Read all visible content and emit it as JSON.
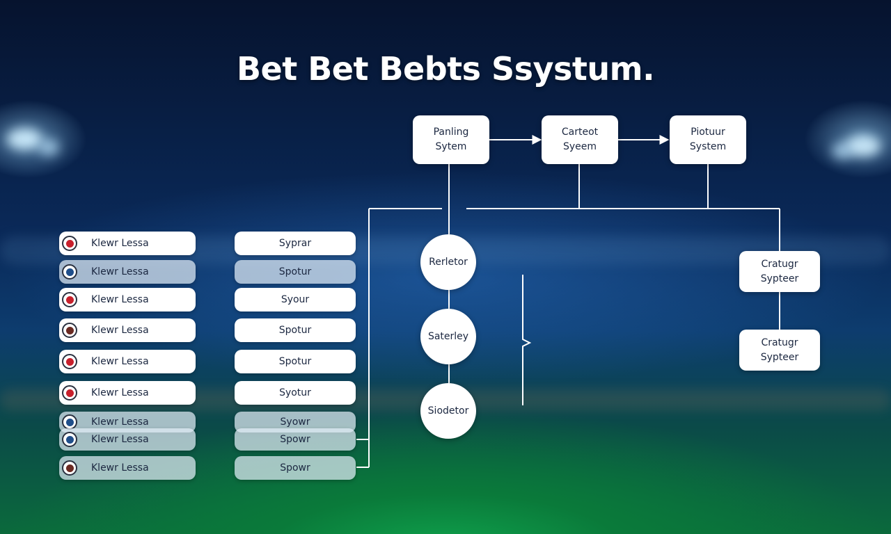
{
  "title": "Bet Bet Bebts Ssystum.",
  "colors": {
    "badge_red": "#c8202c",
    "badge_blue": "#1f4e8a",
    "badge_dark": "#6a2a22",
    "line": "#ffffff"
  },
  "left_list": [
    {
      "label": "Klewr Lessa",
      "badge": "badge_red"
    },
    {
      "label": "Klewr Lessa",
      "badge": "badge_blue"
    },
    {
      "label": "Klewr Lessa",
      "badge": "badge_red"
    },
    {
      "label": "Klewr Lessa",
      "badge": "badge_dark"
    },
    {
      "label": "Klewr Lessa",
      "badge": "badge_red"
    },
    {
      "label": "Klewr Lessa",
      "badge": "badge_red"
    },
    {
      "label": "Klewr Lessa",
      "badge": "badge_blue"
    },
    {
      "label": "Klewr Lessa",
      "badge": "badge_blue"
    },
    {
      "label": "Klewr Lessa",
      "badge": "badge_dark"
    }
  ],
  "right_list": [
    "Syprar",
    "Spotur",
    "Syour",
    "Spotur",
    "Spotur",
    "Syotur",
    "Syowr",
    "Spowr",
    "Spowr"
  ],
  "top_nodes": [
    {
      "line1": "Panling",
      "line2": "Sytem"
    },
    {
      "line1": "Carteot",
      "line2": "Syeem"
    },
    {
      "line1": "Piotuur",
      "line2": "System"
    }
  ],
  "circle_nodes": [
    "Rerletor",
    "Saterley",
    "Siodetor"
  ],
  "side_nodes": [
    {
      "line1": "Cratugr",
      "line2": "Sypteer"
    },
    {
      "line1": "Cratugr",
      "line2": "Sypteer"
    }
  ]
}
